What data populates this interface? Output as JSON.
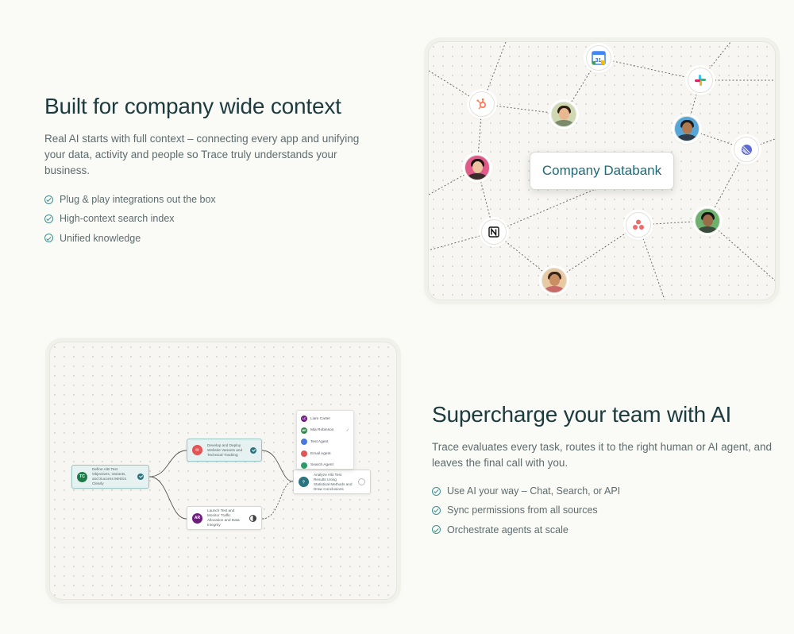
{
  "section1": {
    "title": "Built for company wide context",
    "description": "Real AI starts with full context – connecting every app and unifying your data, activity and  people so Trace truly understands your business.",
    "features": [
      "Plug & play integrations out the box",
      "High-context search index",
      "Unified knowledge"
    ]
  },
  "section2": {
    "title": "Supercharge your team with AI",
    "description": "Trace evaluates every task, routes it to the right human or AI agent, and leaves the final call with you.",
    "features": [
      "Use AI your way – Chat, Search, or API",
      "Sync permissions from all sources",
      "Orchestrate agents at scale"
    ]
  },
  "databank": {
    "center_label": "Company Databank",
    "calendar_day": "31",
    "icons": [
      "google-calendar-icon",
      "slack-icon",
      "hubspot-icon",
      "linear-icon",
      "notion-icon",
      "asana-icon"
    ]
  },
  "workflow": {
    "tasks": [
      {
        "initials": "TC",
        "text": "Define A/B Test Objectives, Variants, and Success Metrics Clearly",
        "status": "done"
      },
      {
        "initials": "",
        "text": "Develop and Deploy Website Variants and Technical Tracking",
        "status": "done"
      },
      {
        "initials": "AR",
        "text": "Launch Test and Monitor Traffic Allocation and Data Integrity",
        "status": "in-progress"
      },
      {
        "initials": "",
        "text": "Analyze A/B Test Results Using Statistical Methods and Draw Conclusions",
        "status": "pending"
      }
    ],
    "assignees": [
      {
        "initials": "LC",
        "name": "Liam Carter"
      },
      {
        "initials": "MR",
        "name": "Mia Robinson",
        "checked": "✓"
      },
      {
        "initials": "",
        "name": "Test Agent"
      },
      {
        "initials": "",
        "name": "Email Agent"
      },
      {
        "initials": "",
        "name": "Search Agent"
      }
    ]
  },
  "colors": {
    "background": "#fafaf6",
    "heading": "#1c3b3e",
    "accent": "#1e6a76",
    "check": "#3f8f8f"
  }
}
